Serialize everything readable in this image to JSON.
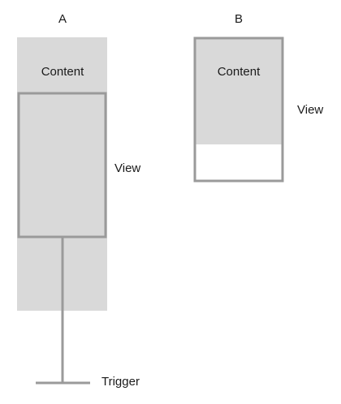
{
  "colors": {
    "content_fill": "#d9d9d9",
    "view_stroke": "#9a9a9a",
    "text": "#1a1a1a",
    "background": "#ffffff"
  },
  "panel_a": {
    "title": "A",
    "content_label": "Content",
    "view_label": "View",
    "trigger_label": "Trigger"
  },
  "panel_b": {
    "title": "B",
    "content_label": "Content",
    "view_label": "View"
  }
}
